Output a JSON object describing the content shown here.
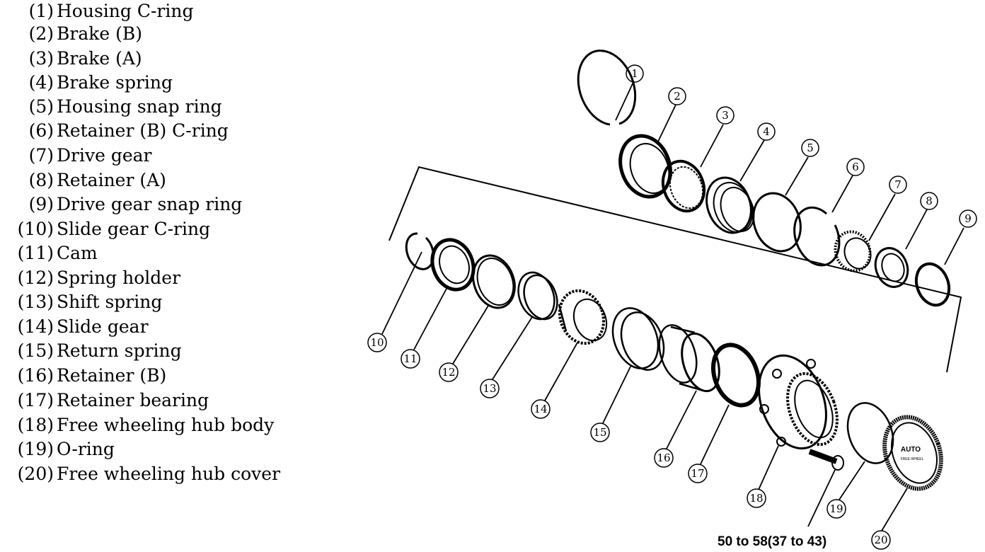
{
  "legend": [
    {
      "num": "(1)",
      "name": "Housing C-ring"
    },
    {
      "num": "(2)",
      "name": "Brake (B)"
    },
    {
      "num": "(3)",
      "name": "Brake (A)"
    },
    {
      "num": "(4)",
      "name": "Brake spring"
    },
    {
      "num": "(5)",
      "name": "Housing snap ring"
    },
    {
      "num": "(6)",
      "name": "Retainer (B) C-ring"
    },
    {
      "num": "(7)",
      "name": "Drive gear"
    },
    {
      "num": "(8)",
      "name": "Retainer (A)"
    },
    {
      "num": "(9)",
      "name": "Drive gear snap ring"
    },
    {
      "num": "(10)",
      "name": "Slide gear C-ring"
    },
    {
      "num": "(11)",
      "name": "Cam"
    },
    {
      "num": "(12)",
      "name": "Spring holder"
    },
    {
      "num": "(13)",
      "name": "Shift spring"
    },
    {
      "num": "(14)",
      "name": "Slide gear"
    },
    {
      "num": "(15)",
      "name": "Return spring"
    },
    {
      "num": "(16)",
      "name": "Retainer (B)"
    },
    {
      "num": "(17)",
      "name": "Retainer bearing"
    },
    {
      "num": "(18)",
      "name": "Free wheeling hub body"
    },
    {
      "num": "(19)",
      "name": "O-ring"
    },
    {
      "num": "(20)",
      "name": "Free wheeling hub cover"
    }
  ],
  "callouts": [
    "1",
    "2",
    "3",
    "4",
    "5",
    "6",
    "7",
    "8",
    "9",
    "10",
    "11",
    "12",
    "13",
    "14",
    "15",
    "16",
    "17",
    "18",
    "19",
    "20"
  ],
  "torque_label": "50 to 58(37 to 43)",
  "cover_text": {
    "line1": "AUTO",
    "line2": "FREE-WHEEL"
  },
  "colors": {
    "ink": "#000000",
    "paper": "#ffffff"
  }
}
